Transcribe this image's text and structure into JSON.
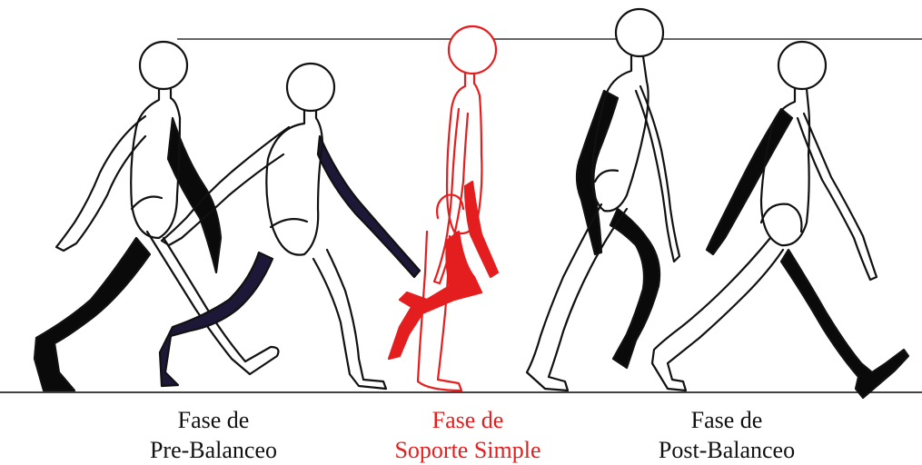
{
  "captions": {
    "pre_swing": {
      "line1": "Fase de",
      "line2": "Pre-Balanceo"
    },
    "single_support": {
      "line1": "Fase de",
      "line2": "Soporte Simple"
    },
    "post_swing": {
      "line1": "Fase de",
      "line2": "Post-Balanceo"
    }
  },
  "colors": {
    "outline": "#111111",
    "far_limb": "#0a0a0a",
    "navy_limb": "#1d1838",
    "highlight": "#e41e1e",
    "guide_line": "#666666"
  }
}
